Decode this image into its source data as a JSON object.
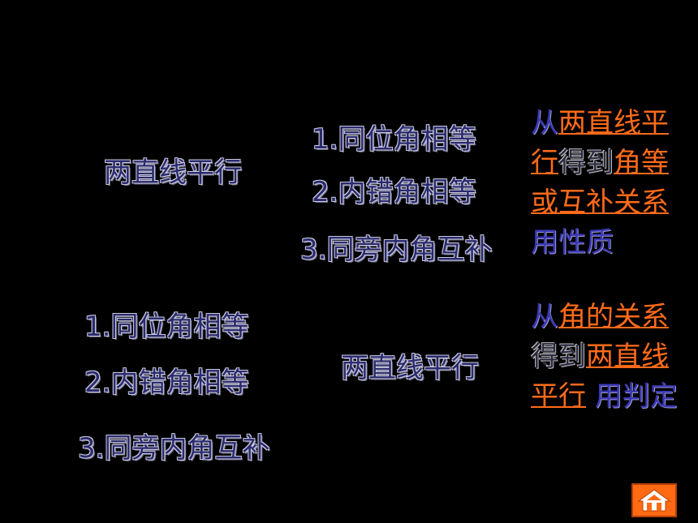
{
  "top": {
    "left_label": "两直线平行",
    "items": [
      "1.同位角相等",
      "2.内错角相等",
      "3.同旁内角互补"
    ],
    "note": {
      "seg1": "从",
      "seg2": "两直线平行",
      "seg3": "得到",
      "seg4": "角等或互补关系",
      "seg5": "用性质"
    }
  },
  "bottom": {
    "items": [
      "1.同位角相等",
      "2.内错角相等",
      "3.同旁内角互补"
    ],
    "right_label": "两直线平行",
    "note": {
      "seg1": "从",
      "seg2": "角的关系",
      "seg3": "得到",
      "seg4": "两直线平行",
      "seg5": " 用判定"
    }
  },
  "nav": {
    "icon": "home-icon"
  },
  "colors": {
    "background": "#000000",
    "highlight": "#ff6b1a",
    "note_blue": "#3b38b6",
    "nav_button": "#ff6a13"
  }
}
